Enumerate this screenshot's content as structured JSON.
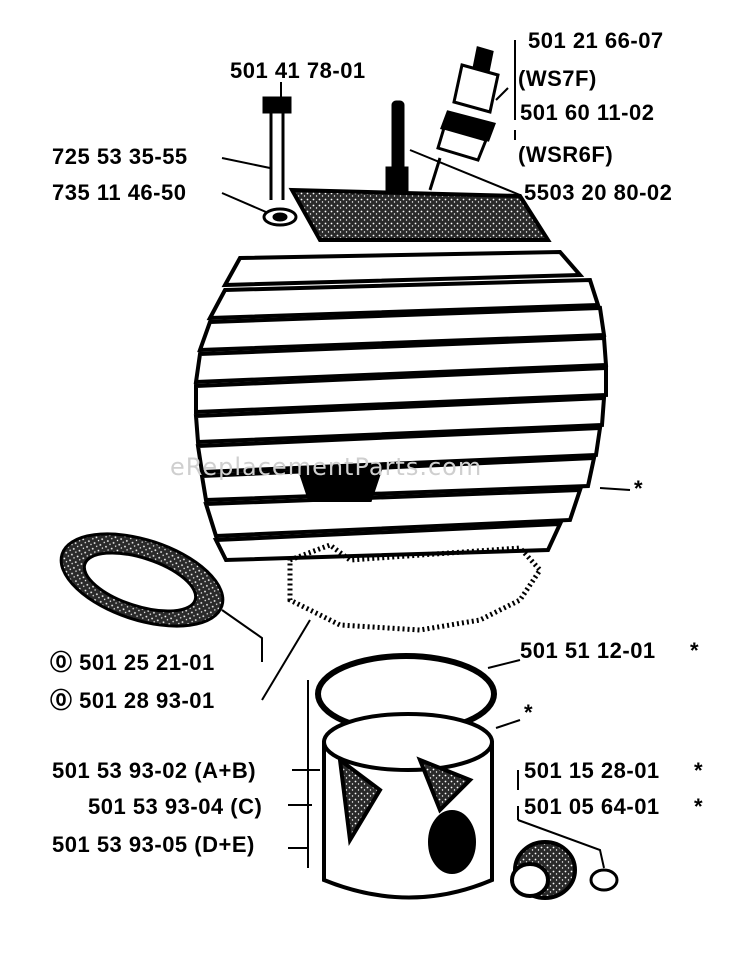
{
  "watermark": "eReplacementParts.com",
  "labels": {
    "spark_plug_1": "501 21 66-07",
    "spark_plug_1_type": "(WS7F)",
    "spark_plug_2": "501 60 11-02",
    "spark_plug_2_type": "(WSR6F)",
    "decomp_valve": "5503 20 80-02",
    "screw": "501 41 78-01",
    "screw_part": "725 53 35-55",
    "washer": "735 11 46-50",
    "cylinder_star": "*",
    "gasket_1": "⓪ 501 25 21-01",
    "gasket_2": "⓪ 501 28 93-01",
    "piston_ring": "501 51 12-01",
    "piston_ring_star": "*",
    "piston_star": "*",
    "piston_ab": "501 53 93-02 (A+B)",
    "piston_c": "501 53 93-04 (C)",
    "piston_de": "501 53 93-05 (D+E)",
    "pin": "501 15 28-01",
    "pin_star": "*",
    "bearing": "501 05 64-01",
    "bearing_star": "*"
  }
}
